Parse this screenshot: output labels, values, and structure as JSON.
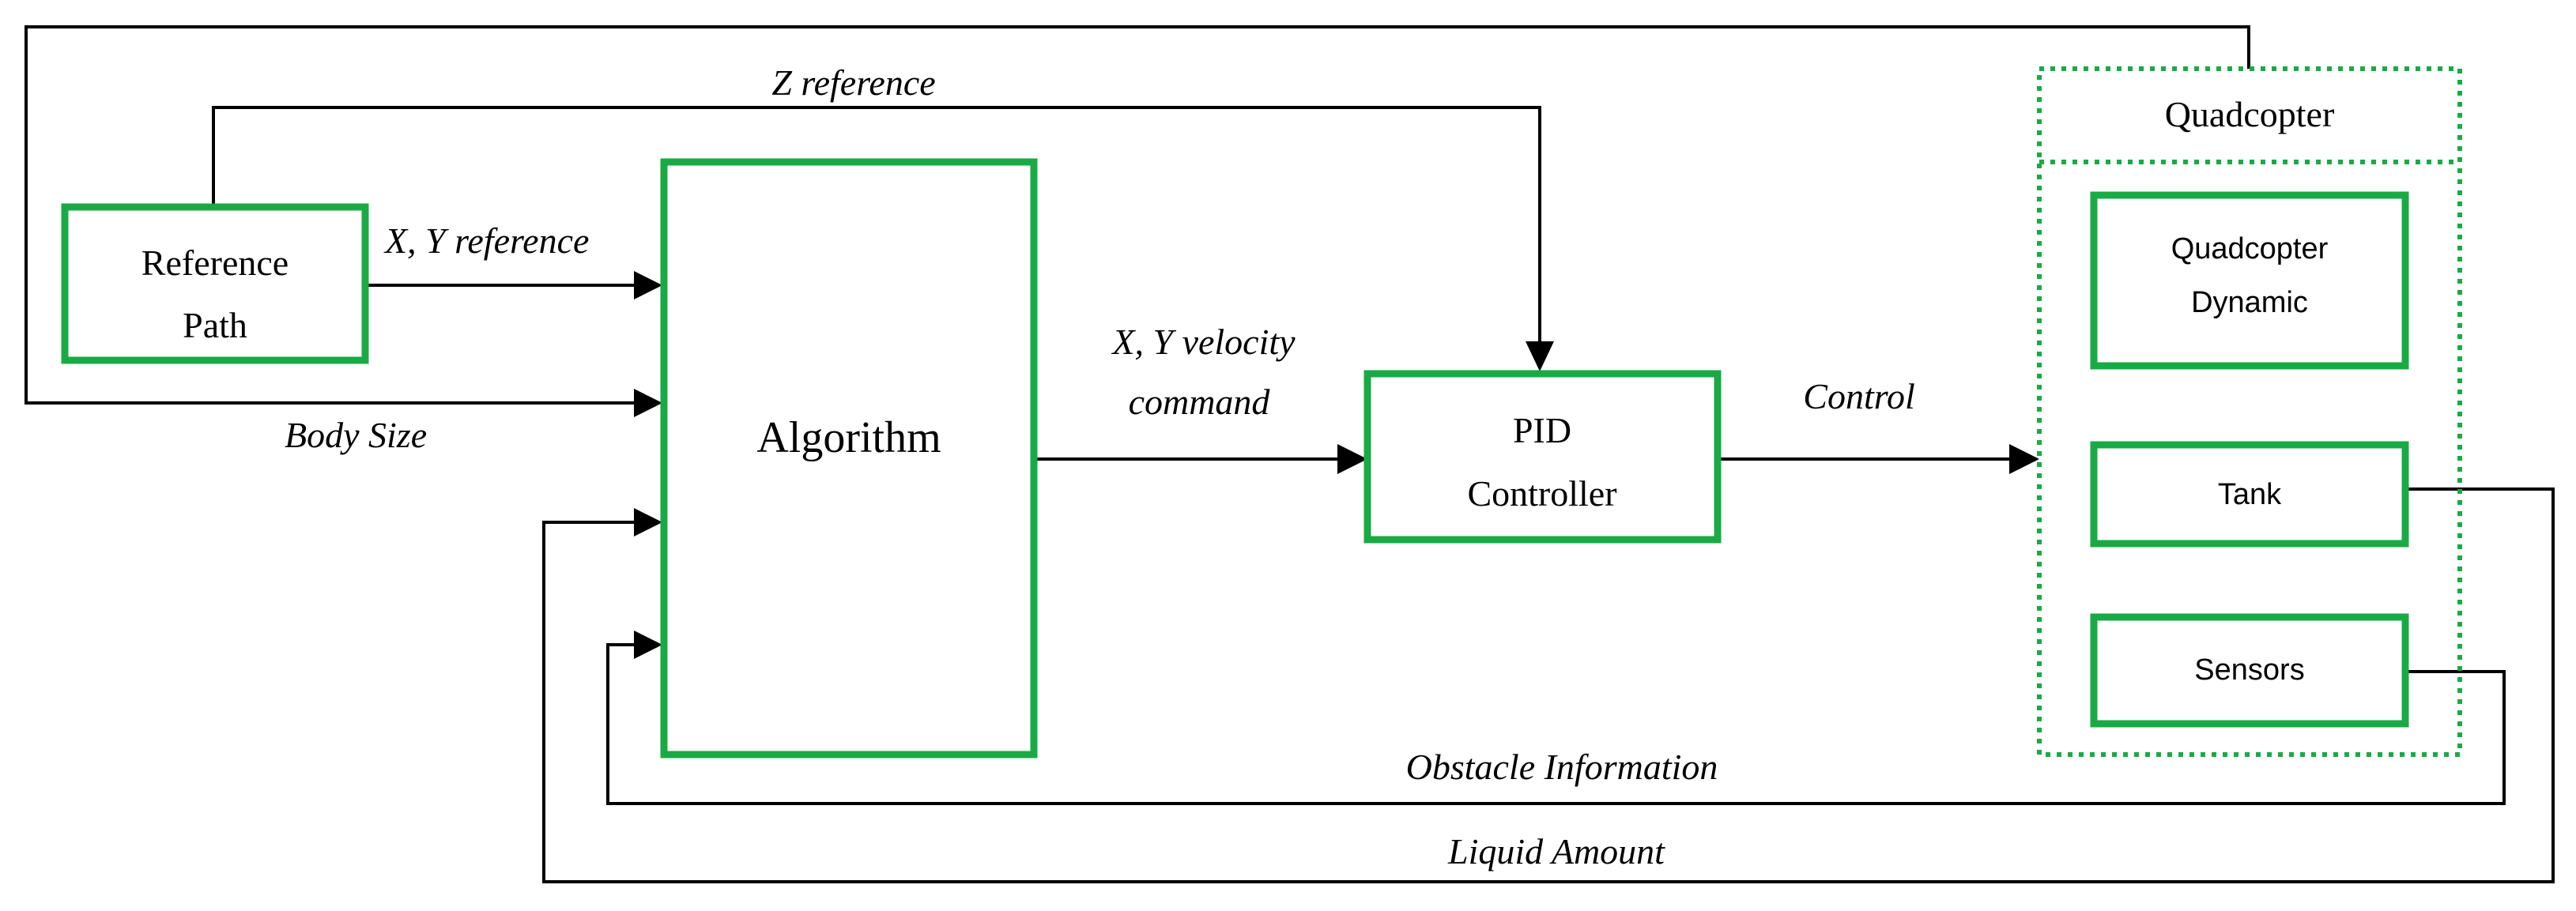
{
  "blocks": {
    "reference_path": [
      "Reference",
      "Path"
    ],
    "algorithm": "Algorithm",
    "pid_controller": [
      "PID",
      "Controller"
    ],
    "quadcopter_group": "Quadcopter",
    "quadcopter_dynamic": [
      "Quadcopter",
      "Dynamic"
    ],
    "tank": "Tank",
    "sensors": "Sensors"
  },
  "signals": {
    "z_reference": "Z reference",
    "xy_reference": "X, Y reference",
    "body_size": "Body Size",
    "xy_velocity_command": [
      "X, Y velocity",
      "command"
    ],
    "control": "Control",
    "obstacle_information": "Obstacle Information",
    "liquid_amount": "Liquid Amount"
  },
  "colors": {
    "block_border": "#1aaa45",
    "wire": "#000000"
  }
}
